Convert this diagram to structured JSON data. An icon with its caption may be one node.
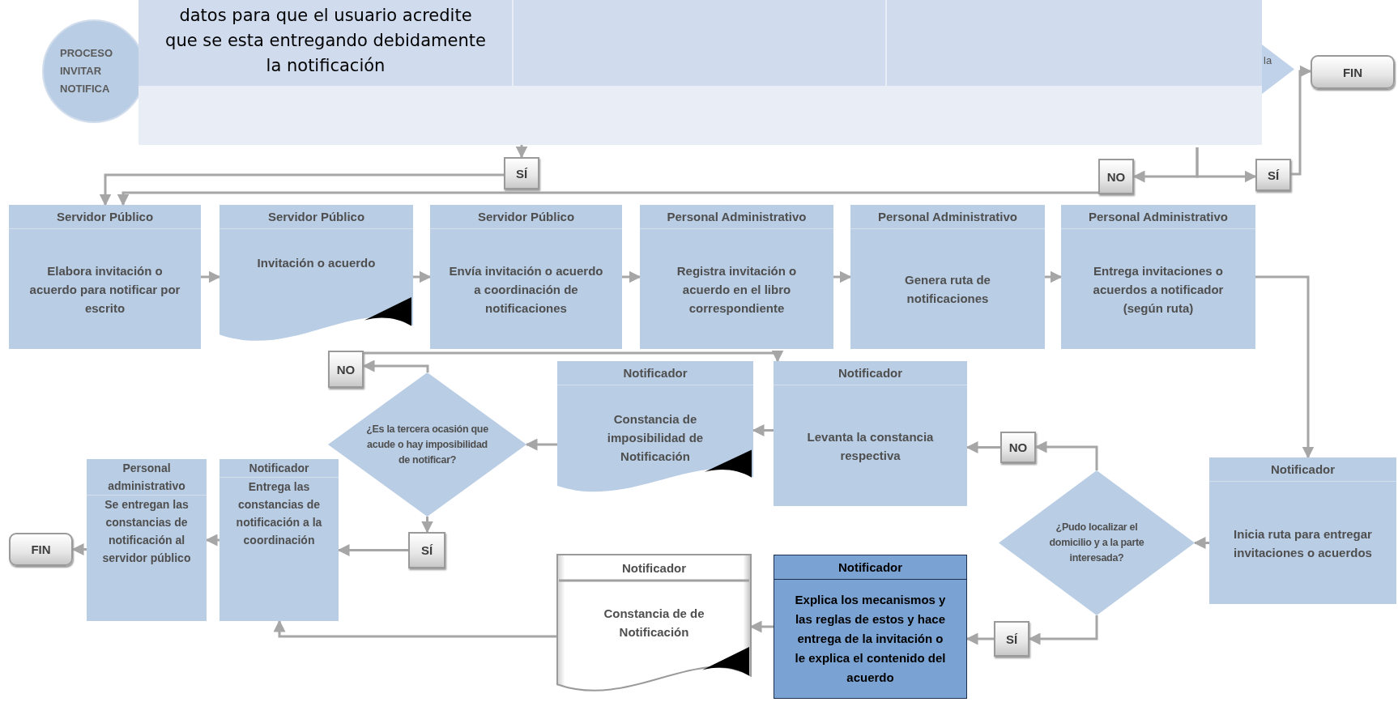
{
  "diagram": {
    "nodes": [
      {
        "text": [
          "PROCESO INVITAR NOTIFICA"
        ]
      },
      {
        "text": [
          "la"
        ]
      },
      {
        "text": [
          "FIN"
        ]
      },
      {
        "text": [
          "SÍ"
        ]
      },
      {
        "text": [
          "NO"
        ]
      },
      {
        "text": [
          "SÍ"
        ]
      },
      {
        "text": [
          "Servidor Público",
          "Elabora invitación o acuerdo para notificar por escrito"
        ]
      },
      {
        "text": [
          "Servidor Público",
          "Invitación o acuerdo"
        ]
      },
      {
        "text": [
          "Servidor Público",
          "Envía invitación o acuerdo a coordinación de notificaciones"
        ]
      },
      {
        "text": [
          "Personal Administrativo",
          "Registra invitación o acuerdo en el libro correspondiente"
        ]
      },
      {
        "text": [
          "Personal Administrativo",
          "Genera ruta de notificaciones"
        ]
      },
      {
        "text": [
          "Personal Administrativo",
          "Entrega invitaciones o acuerdos a notificador (según ruta)"
        ]
      },
      {
        "text": [
          "NO"
        ]
      },
      {
        "text": [
          "¿Es la tercera ocasión que acude o hay imposibilidad de notificar?"
        ]
      },
      {
        "text": [
          "Notificador",
          "Constancia de imposibilidad de Notificación"
        ]
      },
      {
        "text": [
          "Notificador",
          "Levanta la constancia respectiva"
        ]
      },
      {
        "text": [
          "NO"
        ]
      },
      {
        "text": [
          "Personal administrativo",
          "Se entregan las constancias de notificación al servidor público"
        ]
      },
      {
        "text": [
          "Notificador",
          "Entrega las constancias de notificación a la coordinación"
        ]
      },
      {
        "text": [
          "SÍ"
        ]
      },
      {
        "text": [
          "¿Pudo localizar el domicilio y a la parte interesada?"
        ]
      },
      {
        "text": [
          "Notificador",
          "Inicia ruta para entregar invitaciones o acuerdos"
        ]
      },
      {
        "text": [
          "Notificador",
          "Constancia de de Notificación"
        ]
      },
      {
        "text": [
          "Notificador",
          "Explica los mecanismos y las reglas de estos y hace entrega de la invitación o le explica el contenido del acuerdo"
        ]
      },
      {
        "text": [
          "SÍ"
        ]
      },
      {
        "text": [
          "FIN"
        ]
      }
    ],
    "edges": [
      {
        "from": null,
        "to": 3,
        "arrow": "to"
      },
      {
        "from": null,
        "to": 4,
        "arrow": "to"
      },
      {
        "from": null,
        "to": 5,
        "arrow": "to"
      },
      {
        "from": 3,
        "to": 6,
        "arrow": "to"
      },
      {
        "from": 4,
        "to": 6,
        "arrow": "to"
      },
      {
        "from": 5,
        "to": 2,
        "arrow": "to"
      },
      {
        "from": 6,
        "to": 7,
        "arrow": "to"
      },
      {
        "from": 7,
        "to": 8,
        "arrow": "to"
      },
      {
        "from": 8,
        "to": 9,
        "arrow": "to"
      },
      {
        "from": 9,
        "to": 10,
        "arrow": "to"
      },
      {
        "from": 10,
        "to": 11,
        "arrow": "to"
      },
      {
        "from": 11,
        "to": 21,
        "arrow": "to"
      },
      {
        "from": 21,
        "to": 20,
        "arrow": "to"
      },
      {
        "from": 20,
        "to": 16,
        "arrow": "to"
      },
      {
        "from": 16,
        "to": 15,
        "arrow": "to"
      },
      {
        "from": 15,
        "to": 14,
        "arrow": "to"
      },
      {
        "from": 14,
        "to": 13,
        "arrow": "to"
      },
      {
        "from": 13,
        "to": 12,
        "arrow": "to"
      },
      {
        "from": 12,
        "to": 15,
        "arrow": "to"
      },
      {
        "from": 13,
        "to": 19,
        "arrow": "to"
      },
      {
        "from": 19,
        "to": 18,
        "arrow": "to"
      },
      {
        "from": 18,
        "to": 17,
        "arrow": "to"
      },
      {
        "from": 17,
        "to": 25,
        "arrow": "to"
      },
      {
        "from": 20,
        "to": 24,
        "arrow": "to"
      },
      {
        "from": 24,
        "to": 23,
        "arrow": "to"
      },
      {
        "from": 23,
        "to": 22,
        "arrow": "to"
      },
      {
        "from": 22,
        "to": 18,
        "arrow": "to"
      }
    ],
    "labels": [
      "datos para que el usuario acredite que se esta entregando debidamente la notificación"
    ]
  }
}
